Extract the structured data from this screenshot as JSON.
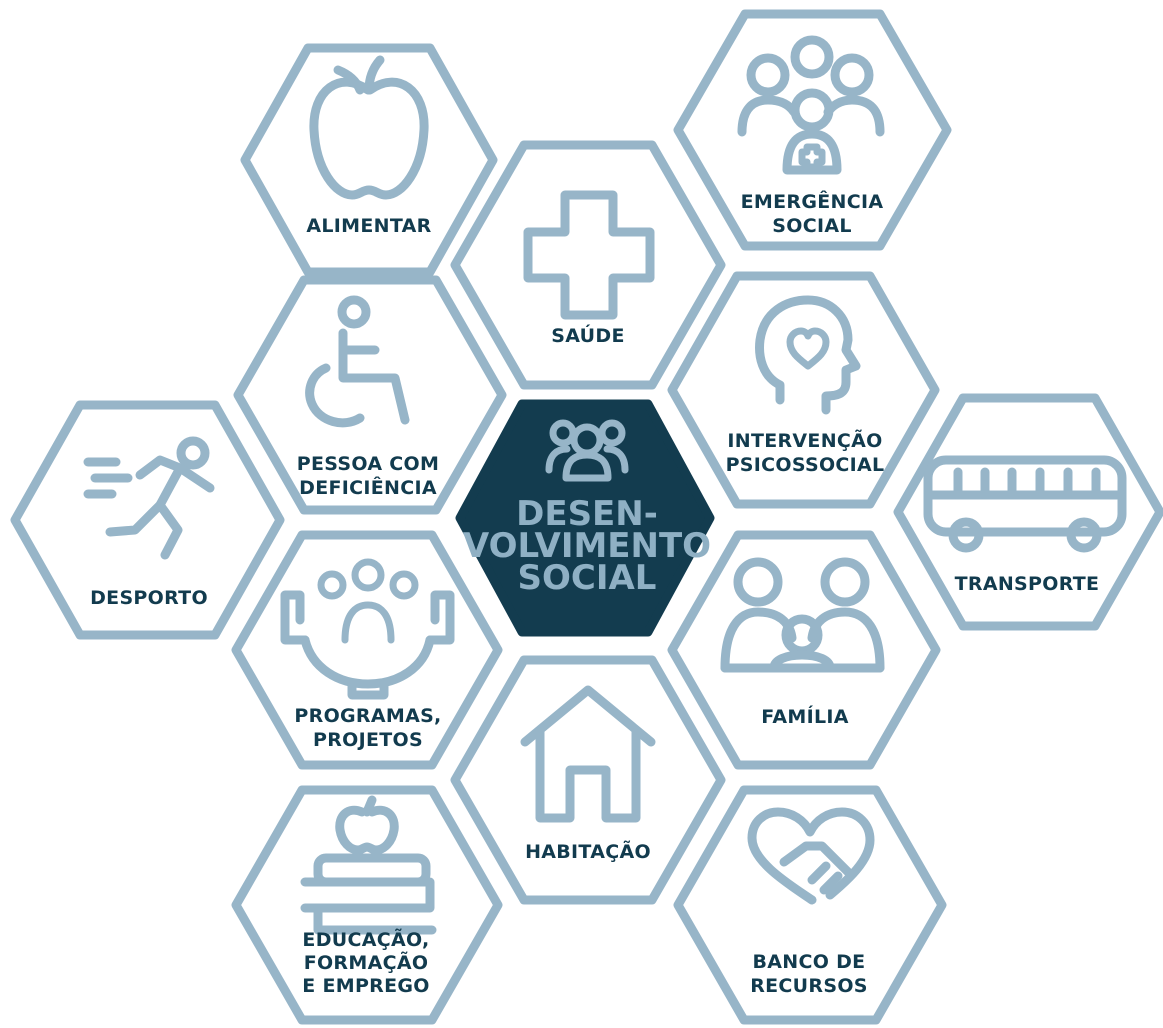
{
  "colors": {
    "accent": "#97b5c8",
    "dark": "#133c4f",
    "text": "#123b4e",
    "background": "#ffffff"
  },
  "center": {
    "lines": [
      "DESEN-",
      "VOLVIMENTO",
      "SOCIAL"
    ],
    "icon": "group-icon"
  },
  "nodes": [
    {
      "key": "alimentar",
      "lines": [
        "ALIMENTAR"
      ],
      "icon": "apple-icon"
    },
    {
      "key": "saude",
      "lines": [
        "SAÚDE"
      ],
      "icon": "plus-cross-icon"
    },
    {
      "key": "emergencia",
      "lines": [
        "EMERGÊNCIA",
        "SOCIAL"
      ],
      "icon": "people-medical-icon"
    },
    {
      "key": "deficiencia",
      "lines": [
        "PESSOA COM",
        "DEFICIÊNCIA"
      ],
      "icon": "wheelchair-icon"
    },
    {
      "key": "intervencao",
      "lines": [
        "INTERVENÇÃO",
        "PSICOSSOCIAL"
      ],
      "icon": "head-heart-icon"
    },
    {
      "key": "desporto",
      "lines": [
        "DESPORTO"
      ],
      "icon": "runner-icon"
    },
    {
      "key": "transporte",
      "lines": [
        "TRANSPORTE"
      ],
      "icon": "bus-icon"
    },
    {
      "key": "programas",
      "lines": [
        "PROGRAMAS,",
        "PROJETOS"
      ],
      "icon": "gear-people-icon"
    },
    {
      "key": "familia",
      "lines": [
        "FAMÍLIA"
      ],
      "icon": "family-icon"
    },
    {
      "key": "habitacao",
      "lines": [
        "HABITAÇÃO"
      ],
      "icon": "house-icon"
    },
    {
      "key": "educacao",
      "lines": [
        "EDUCAÇÃO,",
        "FORMAÇÃO",
        "E EMPREGO"
      ],
      "icon": "books-apple-icon"
    },
    {
      "key": "banco",
      "lines": [
        "BANCO DE",
        "RECURSOS"
      ],
      "icon": "heart-handshake-icon"
    }
  ]
}
